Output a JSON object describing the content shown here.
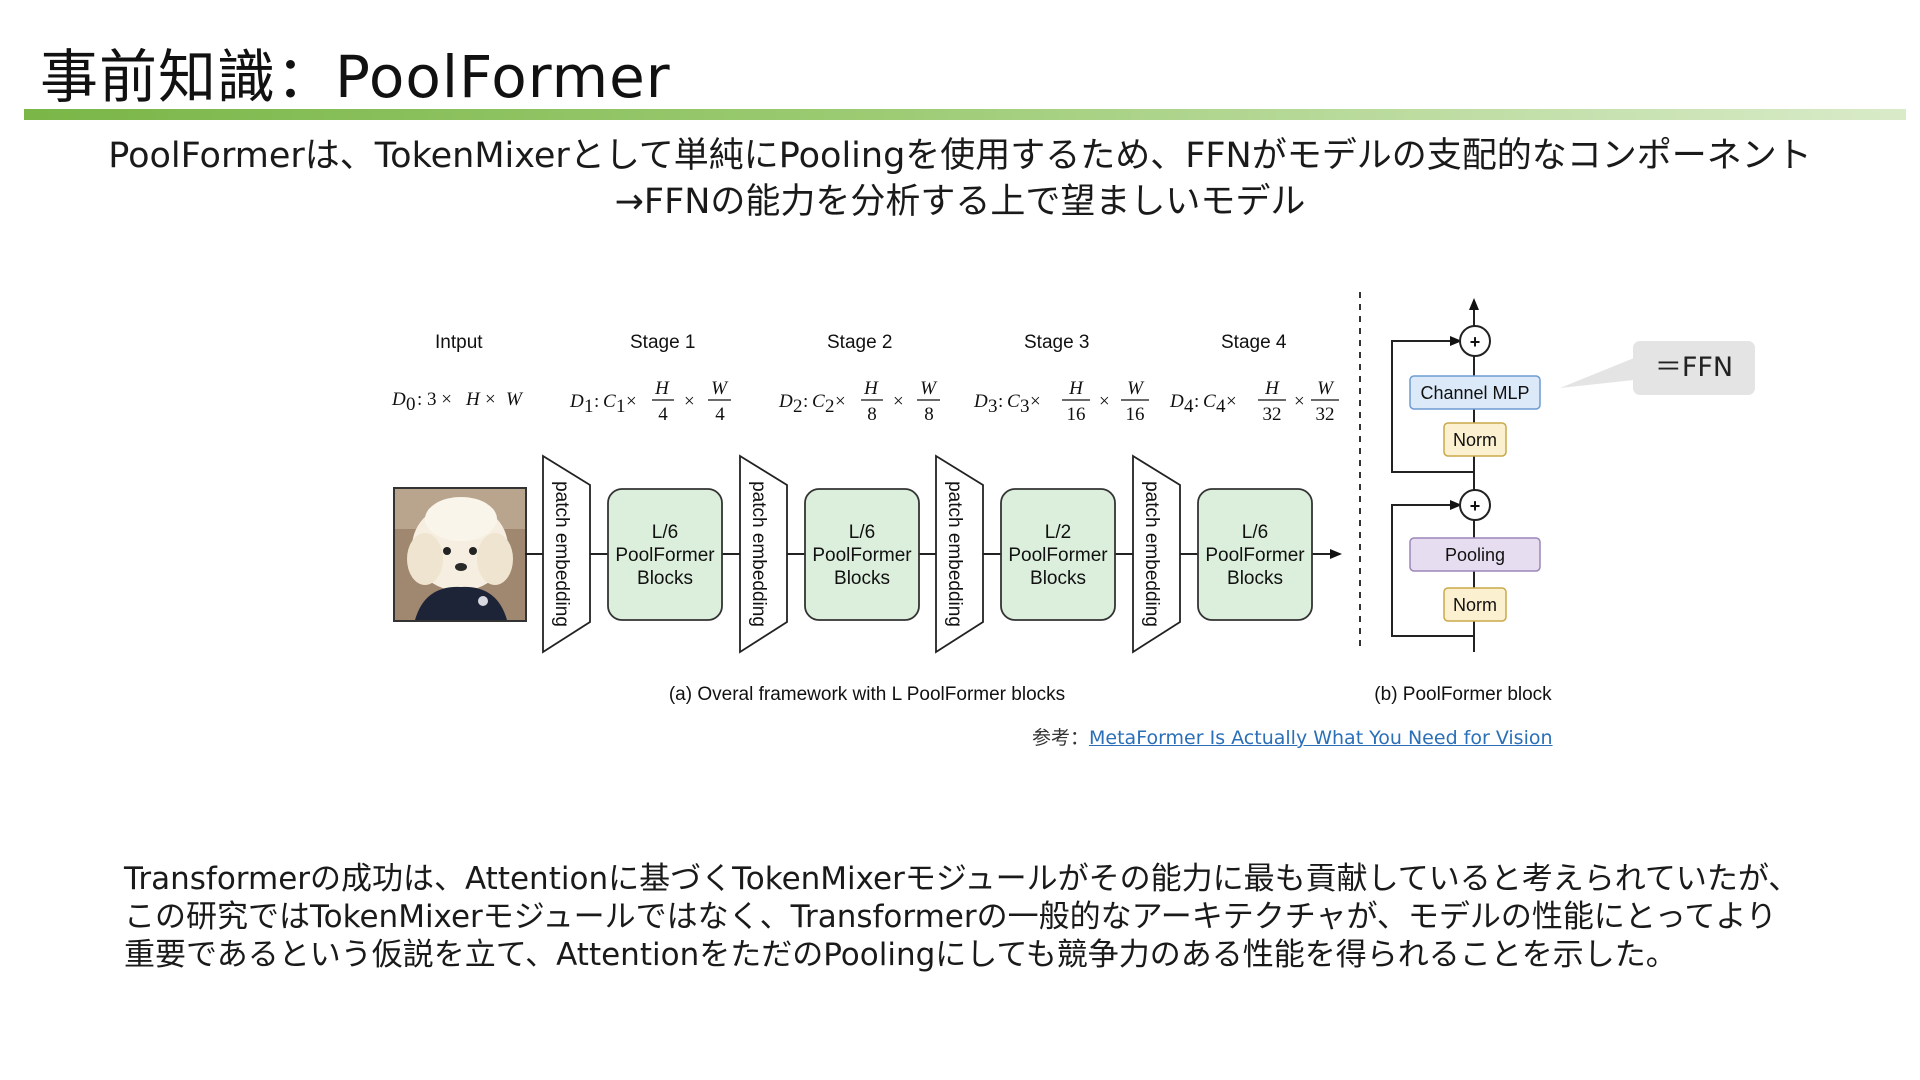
{
  "title": "事前知識：PoolFormer",
  "subtitle": {
    "line1": "PoolFormerは、TokenMixerとして単純にPoolingを使用するため、FFNがモデルの支配的なコンポーネント",
    "line2": "→FFNの能力を分析する上で望ましいモデル"
  },
  "diagram": {
    "columns": [
      {
        "header": "Intput",
        "dim": "D0 : 3 × H × W"
      },
      {
        "header": "Stage 1",
        "dim": "D1 : C1 × H/4 × W/4"
      },
      {
        "header": "Stage 2",
        "dim": "D2 : C2 × H/8 × W/8"
      },
      {
        "header": "Stage 3",
        "dim": "D3 : C3 × H/16 × W/16"
      },
      {
        "header": "Stage 4",
        "dim": "D4 : C4 × H/32 × W/32"
      }
    ],
    "patch_label": "patch embedding",
    "blocks": [
      {
        "count": "L/6",
        "name": "PoolFormer",
        "unit": "Blocks"
      },
      {
        "count": "L/6",
        "name": "PoolFormer",
        "unit": "Blocks"
      },
      {
        "count": "L/2",
        "name": "PoolFormer",
        "unit": "Blocks"
      },
      {
        "count": "L/6",
        "name": "PoolFormer",
        "unit": "Blocks"
      }
    ],
    "caption_a": "(a) Overal framework with L PoolFormer blocks",
    "caption_b": "(b) PoolFormer block",
    "block_detail": {
      "channel_mlp": "Channel MLP",
      "norm_top": "Norm",
      "pooling": "Pooling",
      "norm_bottom": "Norm",
      "plus": "+"
    },
    "colors": {
      "block_fill": "#dcefdc",
      "mlp_fill": "#dbe9f8",
      "mlp_stroke": "#6d9bd1",
      "norm_fill": "#fbf0cf",
      "norm_stroke": "#c9a94a",
      "pooling_fill": "#e6ddf0",
      "pooling_stroke": "#9b86b8"
    }
  },
  "ffn_note": "＝FFN",
  "reference": {
    "prefix": "参考：",
    "link_text": "MetaFormer Is Actually What You Need for Vision"
  },
  "body": {
    "line1": "Transformerの成功は、Attentionに基づくTokenMixerモジュールがその能力に最も貢献していると考えられていたが、",
    "line2": "この研究ではTokenMixerモジュールではなく、Transformerの一般的なアーキテクチャが、モデルの性能にとってより",
    "line3": "重要であるという仮説を立て、AttentionをただのPoolingにしても競争力のある性能を得られることを示した。"
  }
}
